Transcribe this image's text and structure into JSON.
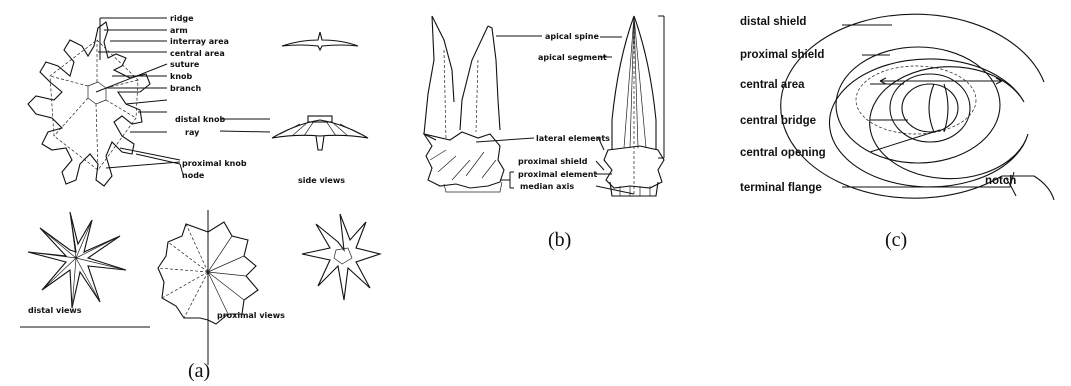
{
  "panel_a": {
    "caption": "(a)",
    "labels": [
      "ridge",
      "arm",
      "interray area",
      "central area",
      "suture",
      "knob",
      "branch",
      "distal knob",
      "ray",
      "proximal knob",
      "node"
    ],
    "side_views": "side views",
    "distal_views": "distal views",
    "proximal_views": "proximal views"
  },
  "panel_b": {
    "caption": "(b)",
    "labels": [
      "apical spine",
      "apical segment",
      "lateral elements",
      "proximal shield",
      "proximal element",
      "median axis"
    ]
  },
  "panel_c": {
    "caption": "(c)",
    "labels": [
      "distal shield",
      "proximal shield",
      "central area",
      "central bridge",
      "central opening",
      "terminal flange"
    ],
    "notch": "notch"
  }
}
